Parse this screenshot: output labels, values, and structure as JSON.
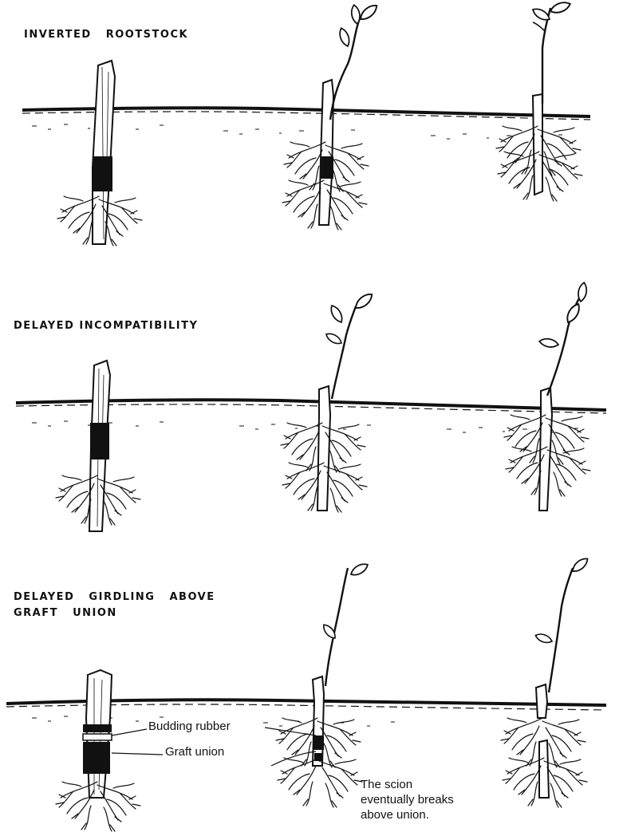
{
  "panels": [
    {
      "title": "INVERTED   ROOTSTOCK"
    },
    {
      "title": "DELAYED INCOMPATIBILITY"
    },
    {
      "title": "DELAYED   GIRDLING   ABOVE",
      "title_line2": "GRAFT   UNION"
    }
  ],
  "labels": {
    "budding_rubber": "Budding rubber",
    "graft_union": "Graft union",
    "scion_breaks_1": "The scion",
    "scion_breaks_2": "eventually breaks",
    "scion_breaks_3": "above union."
  }
}
